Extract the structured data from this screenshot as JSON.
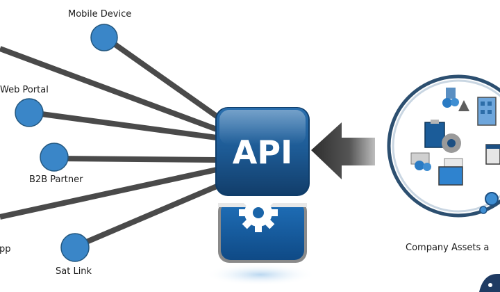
{
  "diagram": {
    "hub_label": "API",
    "nodes": [
      {
        "id": "mobile-device",
        "label": "Mobile Device"
      },
      {
        "id": "web-portal",
        "label": "Web Portal"
      },
      {
        "id": "b2b-partner",
        "label": "B2B Partner"
      },
      {
        "id": "app",
        "label": "pp"
      },
      {
        "id": "sat-link",
        "label": "Sat Link"
      }
    ],
    "assets_label": "Company Assets a",
    "colors": {
      "node_fill": "#3a86c8",
      "node_stroke": "#23577f",
      "spoke": "#4a4a4a",
      "hub": "#1d5a94",
      "hub_dark": "#123e6b",
      "arrow": "#3b3b3b",
      "ring": "#2c4f70"
    }
  }
}
